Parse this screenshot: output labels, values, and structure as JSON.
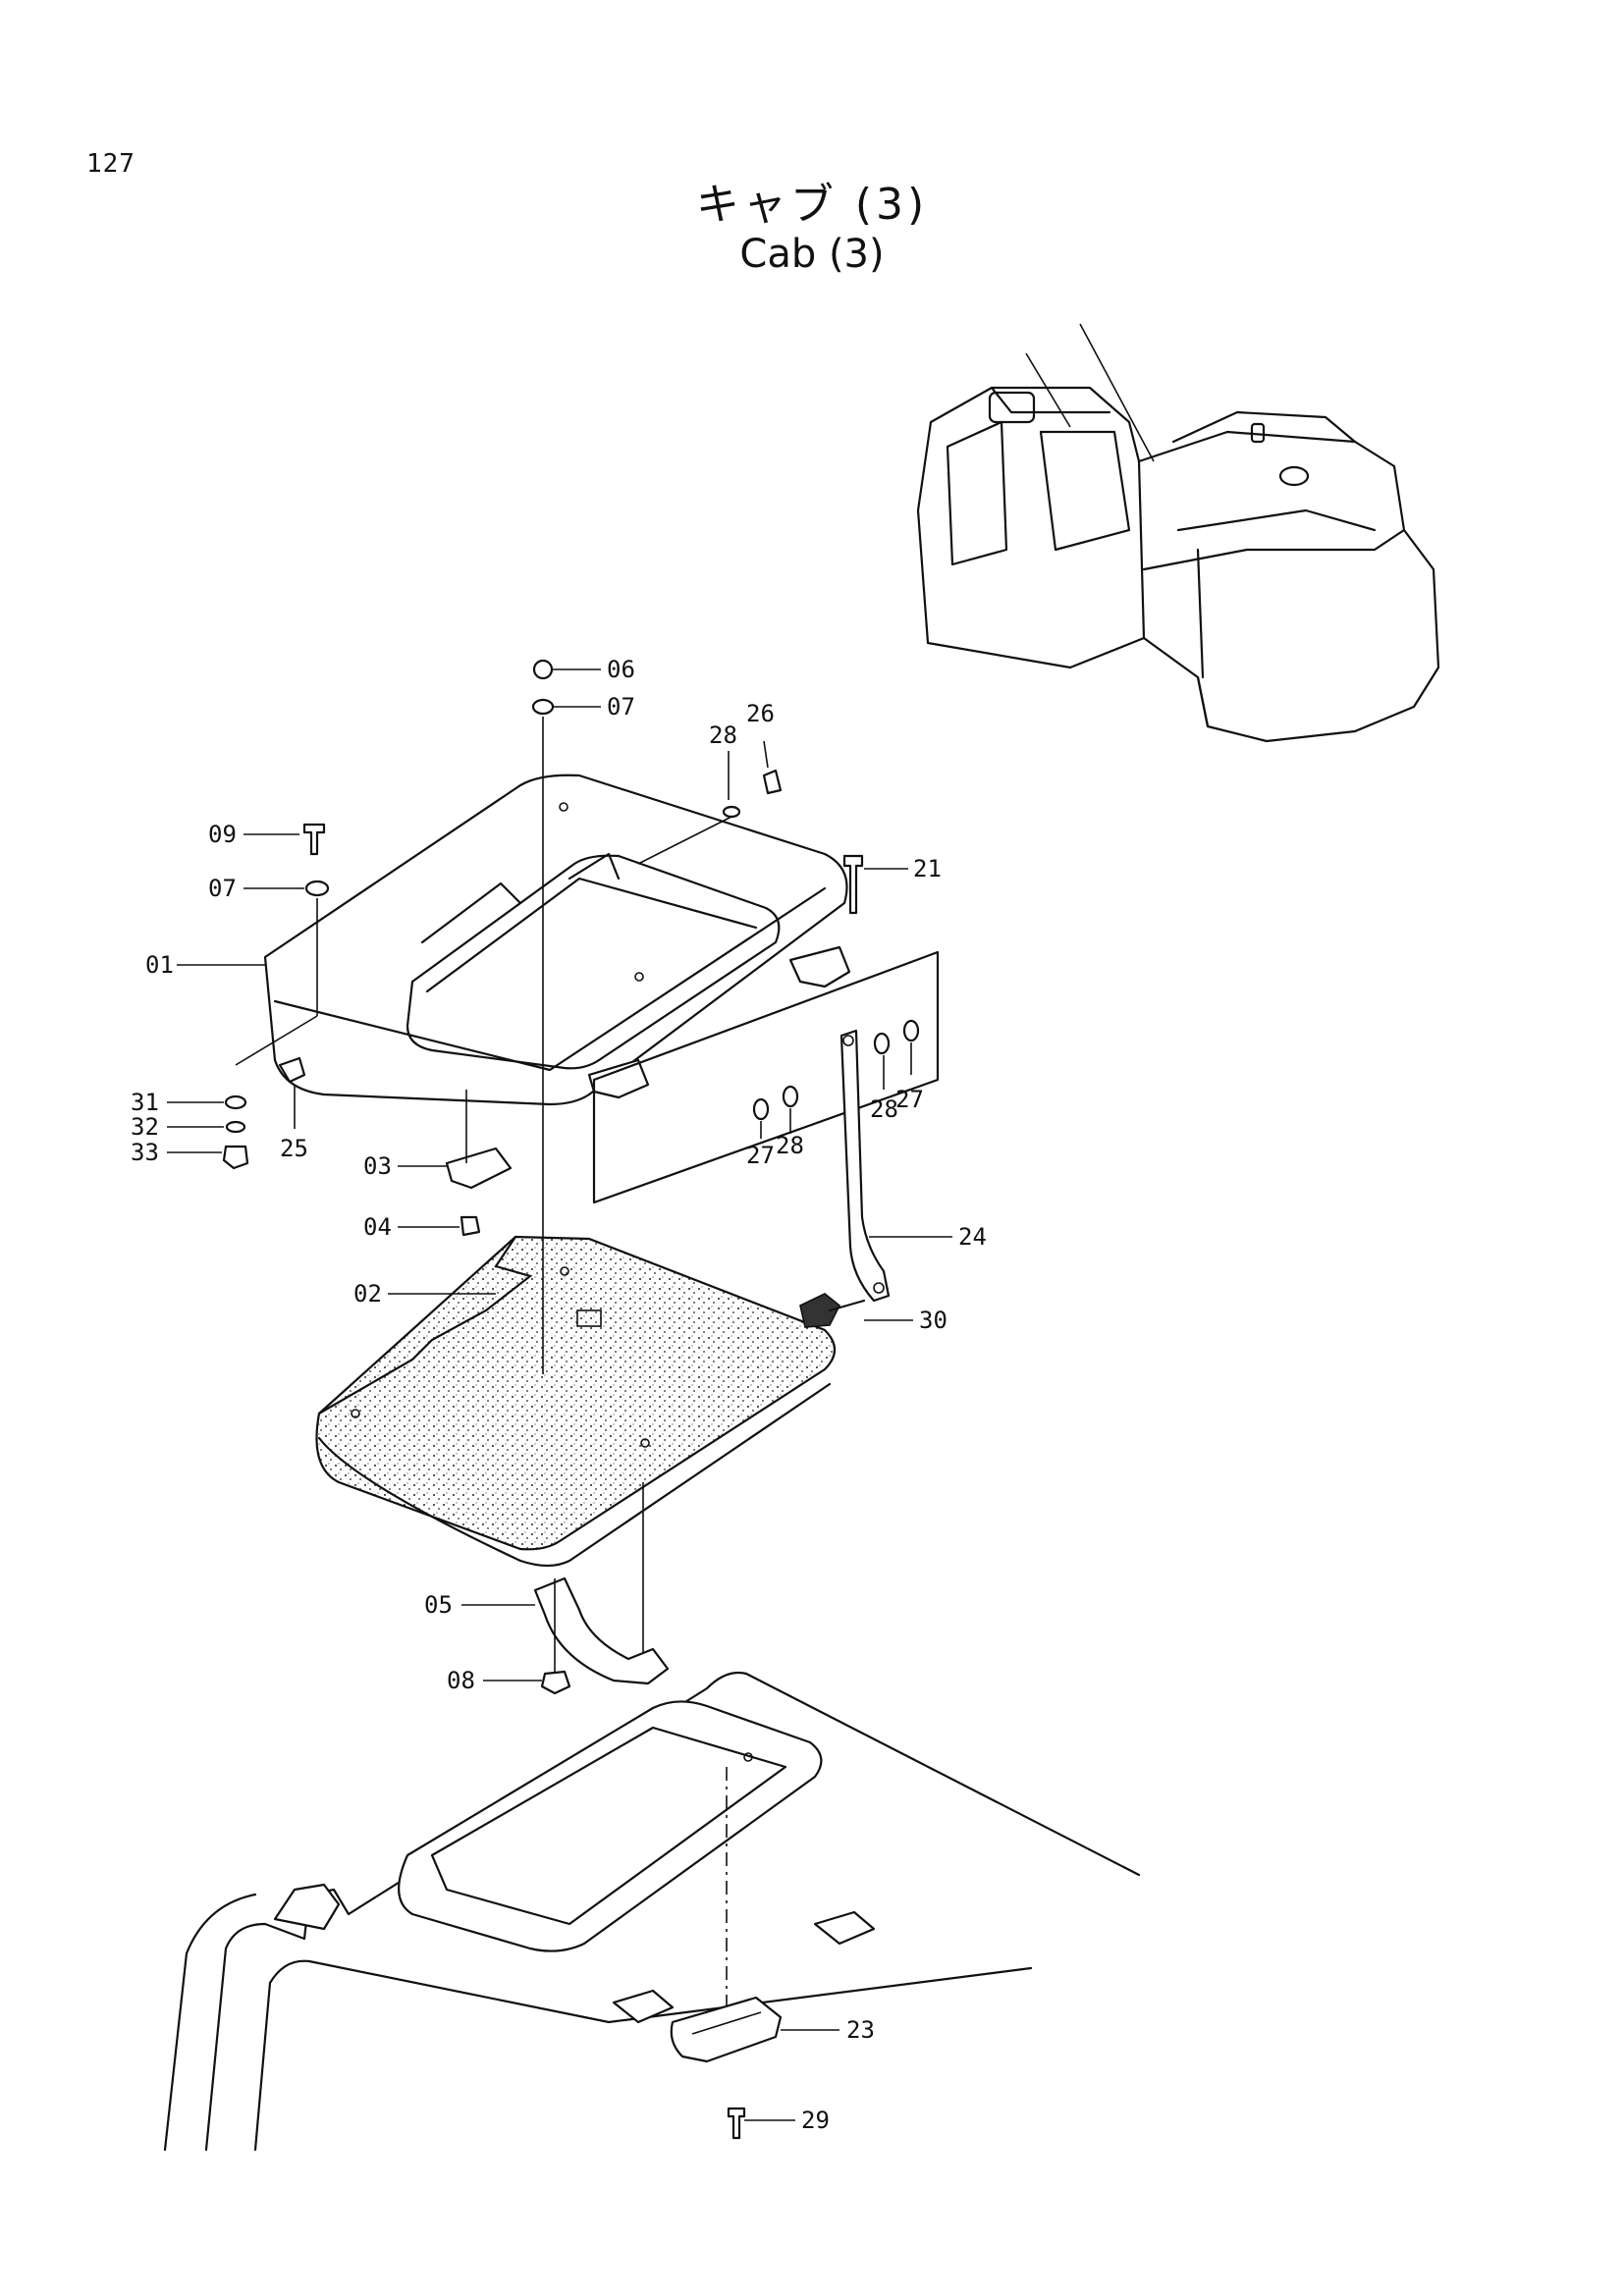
{
  "page_number": "127",
  "title_jp": "キャブ (3)",
  "title_en": "Cab (3)",
  "callouts": [
    {
      "id": "c06",
      "label": "06"
    },
    {
      "id": "c07a",
      "label": "07"
    },
    {
      "id": "c09",
      "label": "09"
    },
    {
      "id": "c07b",
      "label": "07"
    },
    {
      "id": "c01",
      "label": "01"
    },
    {
      "id": "c28a",
      "label": "28"
    },
    {
      "id": "c26",
      "label": "26"
    },
    {
      "id": "c21",
      "label": "21"
    },
    {
      "id": "c31",
      "label": "31"
    },
    {
      "id": "c32",
      "label": "32"
    },
    {
      "id": "c33",
      "label": "33"
    },
    {
      "id": "c25",
      "label": "25"
    },
    {
      "id": "c03",
      "label": "03"
    },
    {
      "id": "c04",
      "label": "04"
    },
    {
      "id": "c28b",
      "label": "28"
    },
    {
      "id": "c27a",
      "label": "27"
    },
    {
      "id": "c27b",
      "label": "27"
    },
    {
      "id": "c28c",
      "label": "28"
    },
    {
      "id": "c24",
      "label": "24"
    },
    {
      "id": "c02",
      "label": "02"
    },
    {
      "id": "c30",
      "label": "30"
    },
    {
      "id": "c05",
      "label": "05"
    },
    {
      "id": "c08",
      "label": "08"
    },
    {
      "id": "c23",
      "label": "23"
    },
    {
      "id": "c29",
      "label": "29"
    }
  ]
}
